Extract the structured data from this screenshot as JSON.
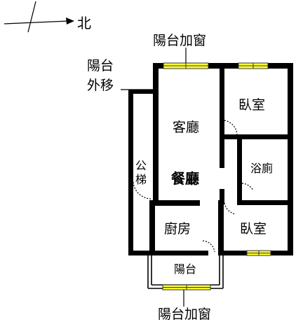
{
  "compass": {
    "label": "北"
  },
  "labels": {
    "balcony_window_top": "陽台加窗",
    "balcony_move_line1": "陽台",
    "balcony_move_line2": "外移",
    "living_room": "客廳",
    "bedroom_top": "臥室",
    "bathroom": "浴廁",
    "stairs_line1": "公",
    "stairs_line2": "梯",
    "dining_living": "餐廳",
    "kitchen": "廚房",
    "bedroom_bottom": "臥室",
    "balcony_bottom": "陽台",
    "balcony_window_bottom": "陽台加窗"
  },
  "colors": {
    "wall": "#000000",
    "window_fill": "#ffff33",
    "window_stroke": "#333333",
    "background": "#ffffff"
  }
}
